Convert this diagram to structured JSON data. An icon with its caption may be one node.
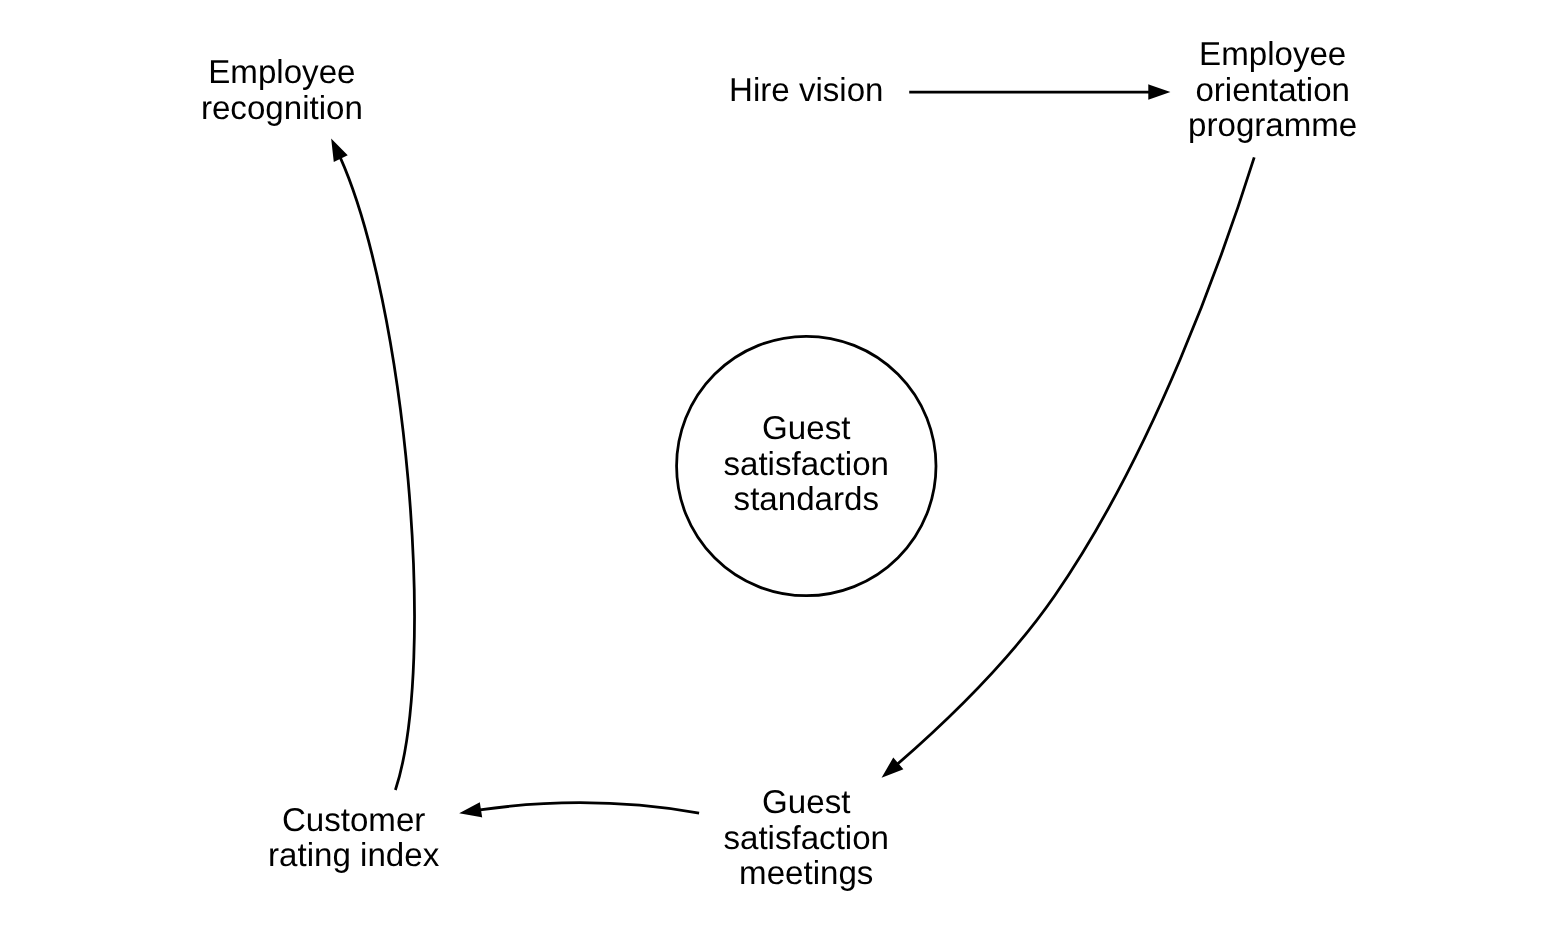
{
  "diagram": {
    "nodes": [
      {
        "text": [
          "Employee recognition"
        ]
      },
      {
        "text": [
          "Hire vision"
        ]
      },
      {
        "text": [
          "Employee orientation programme"
        ]
      },
      {
        "text": [
          "Guest satisfaction standards"
        ]
      },
      {
        "text": [
          "Customer rating index"
        ]
      },
      {
        "text": [
          "Guest satisfaction meetings"
        ]
      }
    ],
    "edges": [
      {
        "from": 1,
        "to": 2,
        "arrow": "to"
      },
      {
        "from": 2,
        "to": 5,
        "arrow": "to"
      },
      {
        "from": 5,
        "to": 4,
        "arrow": "to"
      },
      {
        "from": 4,
        "to": 0,
        "arrow": "to"
      }
    ]
  }
}
